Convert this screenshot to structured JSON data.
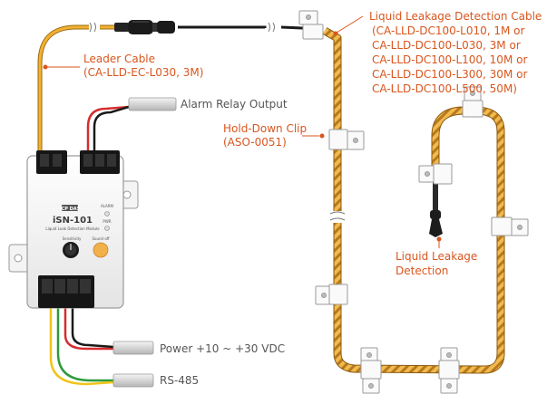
{
  "labels": {
    "leader_cable_line1": "Leader Cable",
    "leader_cable_line2": "(CA-LLD-EC-L030, 3M)",
    "alarm_relay": "Alarm Relay Output",
    "hold_down_line1": "Hold-Down Clip",
    "hold_down_line2": "(ASO-0051)",
    "sensing_cable_title": "Liquid Leakage Detection Cable",
    "sensing_cable_models": [
      "(CA-LLD-DC100-L010, 1M or",
      "CA-LLD-DC100-L030, 3M or",
      "CA-LLD-DC100-L100, 10M or",
      "CA-LLD-DC100-L300, 30M or",
      "CA-LLD-DC100-L500, 50M)"
    ],
    "detection_line1": "Liquid Leakage",
    "detection_line2": "Detection",
    "power": "Power +10 ~ +30 VDC",
    "rs485": "RS-485"
  },
  "device": {
    "model": "iSN-101",
    "subtitle": "Liquid Leak Detection Module",
    "brand": "ICP DAS",
    "sensitivity_label": "Sensitivity",
    "sound_off_label": "Sound off",
    "alarm_led": "ALARM",
    "pwr_led": "PWR"
  },
  "colors": {
    "label_orange": "#d9561e",
    "cable_yellow": "#f2b132",
    "sensing_cable": "#e6ad40",
    "wire_red": "#d62d2d",
    "wire_blue": "#2f6fd1",
    "wire_green": "#2e9a3a",
    "wire_black": "#1a1a1a",
    "wire_yellow": "#f0c419"
  }
}
